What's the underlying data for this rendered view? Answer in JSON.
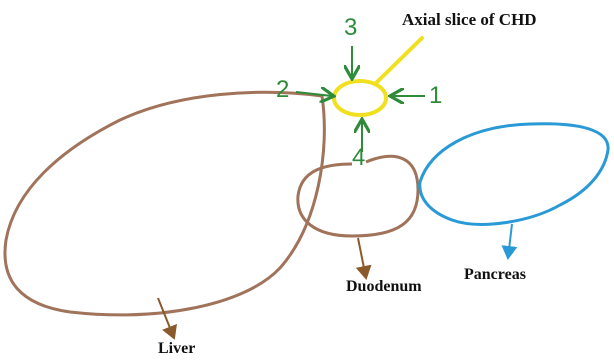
{
  "labels": {
    "axial": "Axial slice of CHD",
    "liver": "Liver",
    "duodenum": "Duodenum",
    "pancreas": "Pancreas"
  },
  "arrow_numbers": [
    "1",
    "2",
    "3",
    "4"
  ],
  "colors": {
    "liver": "#a0735a",
    "duodenum": "#a0735a",
    "pancreas": "#2a9ad6",
    "chd": "#f0e020",
    "arrows": "#2e8b3a",
    "pointer": "#8b5a2b"
  },
  "icons": {
    "liver": "liver-outline",
    "duodenum": "duodenum-outline",
    "pancreas": "pancreas-outline",
    "chd": "chd-cross-section"
  }
}
